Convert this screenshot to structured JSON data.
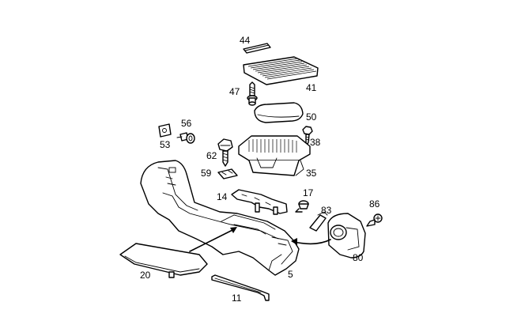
{
  "callouts": [
    {
      "id": "44",
      "label": "44"
    },
    {
      "id": "41",
      "label": "41"
    },
    {
      "id": "47",
      "label": "47"
    },
    {
      "id": "50",
      "label": "50"
    },
    {
      "id": "56",
      "label": "56"
    },
    {
      "id": "53",
      "label": "53"
    },
    {
      "id": "38",
      "label": "38"
    },
    {
      "id": "62",
      "label": "62"
    },
    {
      "id": "35",
      "label": "35"
    },
    {
      "id": "59",
      "label": "59"
    },
    {
      "id": "14",
      "label": "14"
    },
    {
      "id": "17",
      "label": "17"
    },
    {
      "id": "83",
      "label": "83"
    },
    {
      "id": "86",
      "label": "86"
    },
    {
      "id": "80",
      "label": "80"
    },
    {
      "id": "20",
      "label": "20"
    },
    {
      "id": "5",
      "label": "5"
    },
    {
      "id": "11",
      "label": "11"
    }
  ]
}
